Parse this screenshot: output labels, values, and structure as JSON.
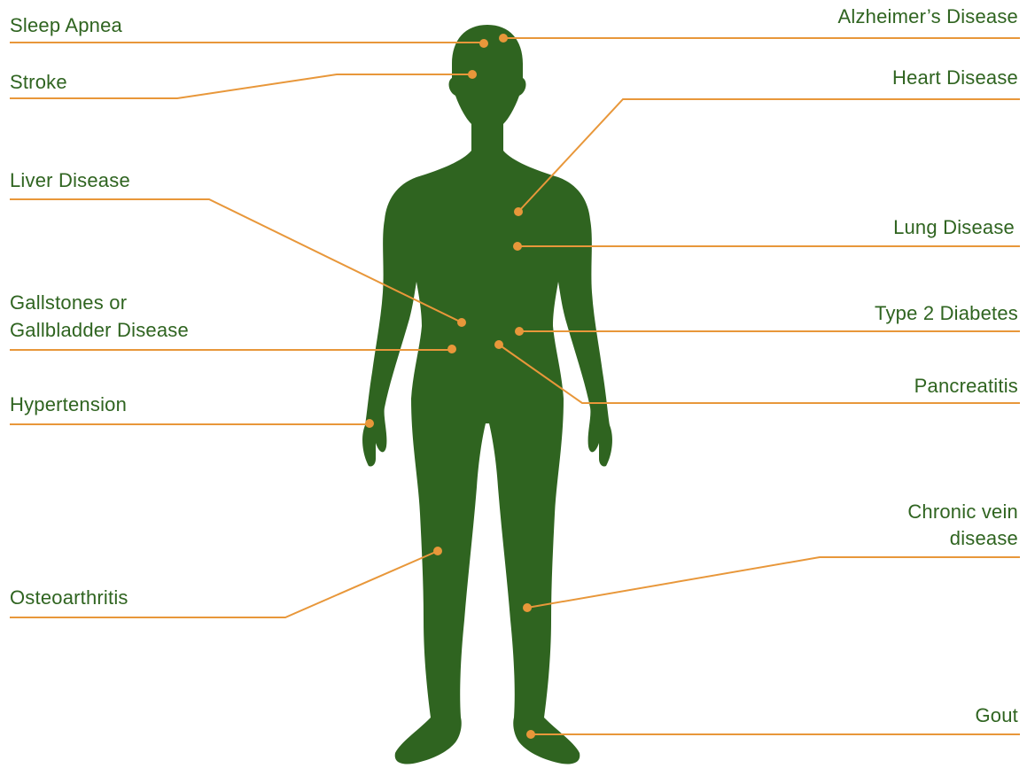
{
  "colors": {
    "body": "#2f6420",
    "accent": "#e8973a",
    "text": "#2f6420",
    "background": "#ffffff"
  },
  "labels": {
    "sleep_apnea": "Sleep Apnea",
    "stroke": "Stroke",
    "liver_disease": "Liver Disease",
    "gallstones_line1": "Gallstones or",
    "gallstones_line2": "Gallbladder Disease",
    "hypertension": "Hypertension",
    "osteoarthritis": "Osteoarthritis",
    "alzheimers": "Alzheimer’s Disease",
    "heart_disease": "Heart Disease",
    "lung_disease": "Lung Disease",
    "type2_diabetes": "Type 2 Diabetes",
    "pancreatitis": "Pancreatitis",
    "chronic_vein_line1": "Chronic vein",
    "chronic_vein_line2": "disease",
    "gout": "Gout"
  }
}
